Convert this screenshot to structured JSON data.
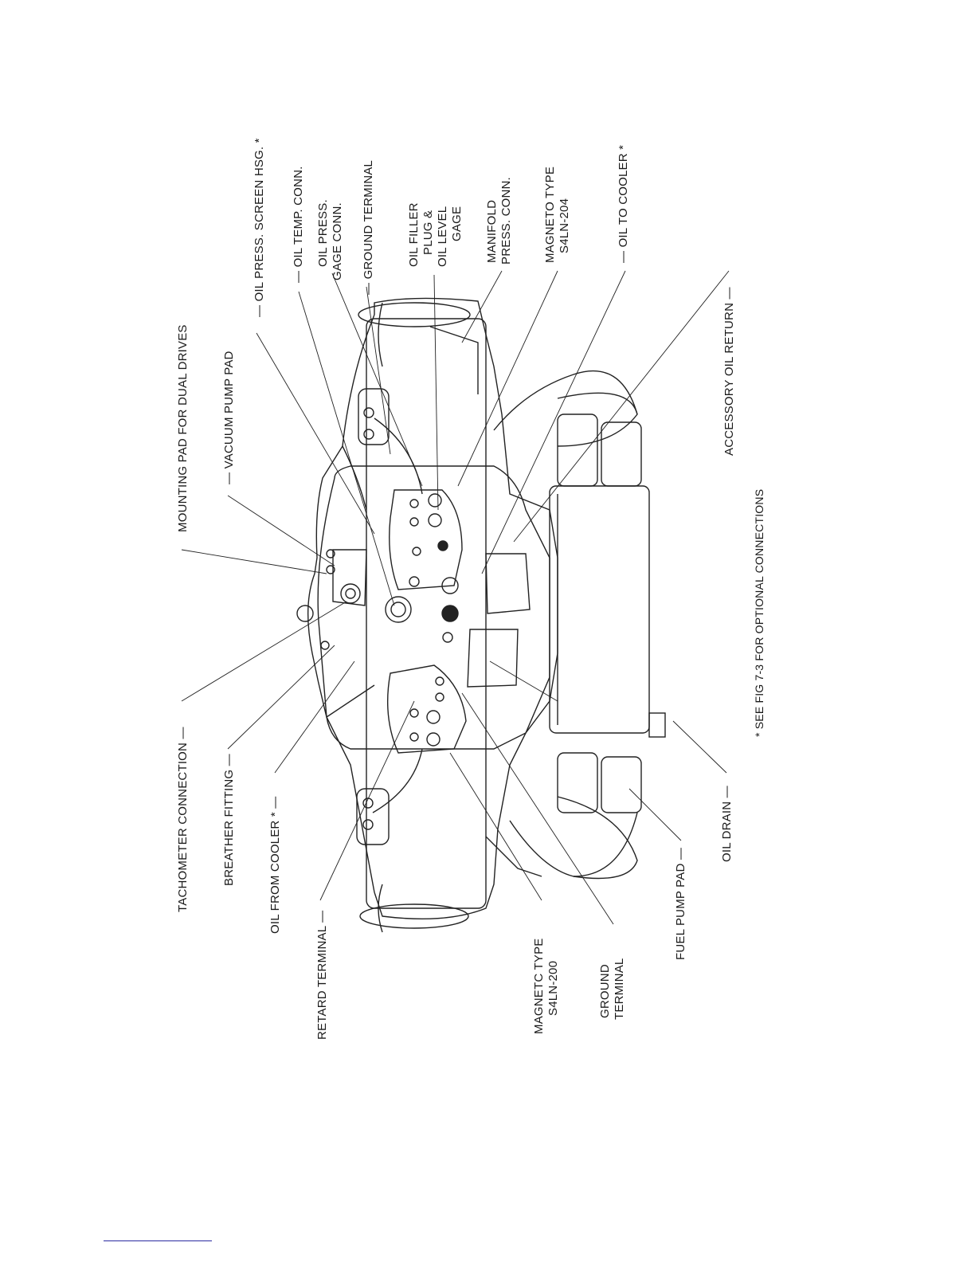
{
  "labels": {
    "tachometer_connection": "TACHOMETER CONNECTION —",
    "mounting_pad": "MOUNTING PAD FOR DUAL DRIVES",
    "breather_fitting": "BREATHER FITTING —",
    "vacuum_pump_pad": "— VACUUM PUMP PAD",
    "oil_press_screen": "— OIL PRESS. SCREEN HSG. *",
    "oil_from_cooler": "OIL FROM COOLER * —",
    "oil_temp_conn": "— OIL TEMP. CONN.",
    "retard_terminal": "RETARD TERMINAL —",
    "oil_press_line1": "OIL PRESS.",
    "oil_press_line2": "GAGE CONN.",
    "ground_terminal": "— GROUND TERMINAL",
    "oil_filler_line1": "OIL FILLER",
    "oil_filler_line2": "PLUG &",
    "oil_filler_line3": "OIL LEVEL",
    "oil_filler_line4": "GAGE",
    "manifold_line1": "MANIFOLD",
    "manifold_line2": "PRESS. CONN.",
    "magneto_left_line1": "MAGNETC TYPE",
    "magneto_left_line2": "S4LN-200",
    "magneto_right_line1": "MAGNETO TYPE",
    "magneto_right_line2": "S4LN-204",
    "ground_bottom_line1": "GROUND",
    "ground_bottom_line2": "TERMINAL",
    "oil_to_cooler": "— OIL TO COOLER *",
    "fuel_pump_pad": "FUEL PUMP PAD —",
    "oil_drain": "OIL DRAIN —",
    "accessory_oil_return": "ACCESSORY OIL RETURN —",
    "footnote": "* SEE FIG 7-3 FOR OPTIONAL CONNECTIONS"
  }
}
